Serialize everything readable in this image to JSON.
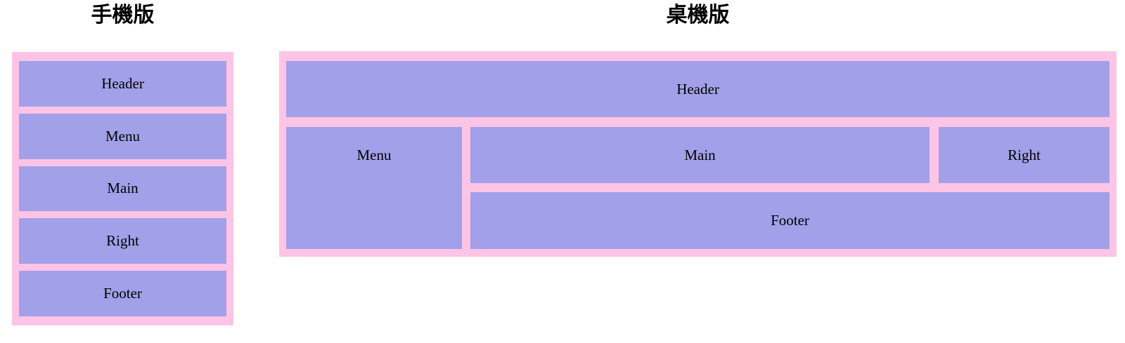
{
  "colors": {
    "container_bg": "#fec4e6",
    "box_bg": "#a2a0e8",
    "title_text": "#000000",
    "label_text": "#000000",
    "page_bg": "#ffffff"
  },
  "mobile": {
    "title": "手機版",
    "boxes": {
      "header": "Header",
      "menu": "Menu",
      "main": "Main",
      "right": "Right",
      "footer": "Footer"
    }
  },
  "desktop": {
    "title": "桌機版",
    "boxes": {
      "header": "Header",
      "menu": "Menu",
      "main": "Main",
      "right": "Right",
      "footer": "Footer"
    }
  }
}
